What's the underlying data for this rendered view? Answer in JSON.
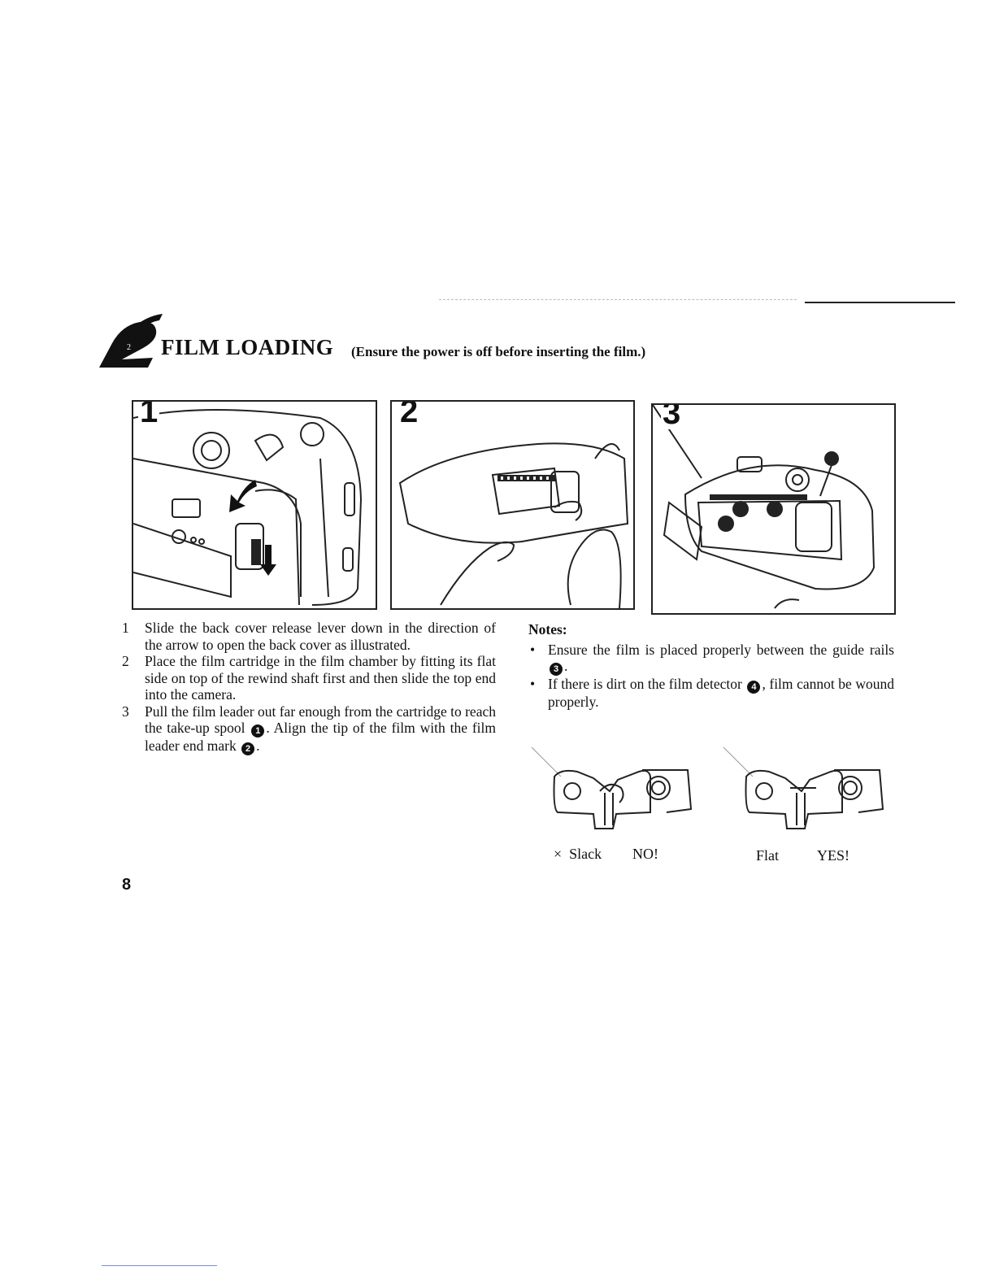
{
  "section": {
    "number": "2",
    "title": "FILM LOADING",
    "subtitle": "(Ensure the power is off before inserting the film.)"
  },
  "figures": [
    {
      "label": "1"
    },
    {
      "label": "2"
    },
    {
      "label": "3"
    }
  ],
  "steps": [
    {
      "num": "1",
      "text": "Slide the back cover release lever down in the direction of the arrow to open the back cover as illustrated."
    },
    {
      "num": "2",
      "text": "Place the film cartridge in the film chamber by fitting its flat side on top of the rewind shaft first and then slide the top end into the camera."
    },
    {
      "num": "3",
      "text_a": "Pull the film leader out far enough from the cartridge to reach the take-up spool",
      "marker_a": "1",
      "text_b": ". Align the tip of the film with the film leader end mark",
      "marker_b": "2",
      "text_c": "."
    }
  ],
  "notes": {
    "heading": "Notes:",
    "items": [
      {
        "text_a": "Ensure the film is placed properly between the guide rails",
        "marker": "3",
        "text_b": "."
      },
      {
        "text_a": "If there is dirt on the film detector",
        "marker": "4",
        "text_b": ", film cannot be wound properly."
      }
    ]
  },
  "comparison": {
    "bad": {
      "symbol": "×",
      "label": "Slack",
      "verdict": "NO!"
    },
    "good": {
      "label": "Flat",
      "verdict": "YES!"
    }
  },
  "page_number": "8"
}
